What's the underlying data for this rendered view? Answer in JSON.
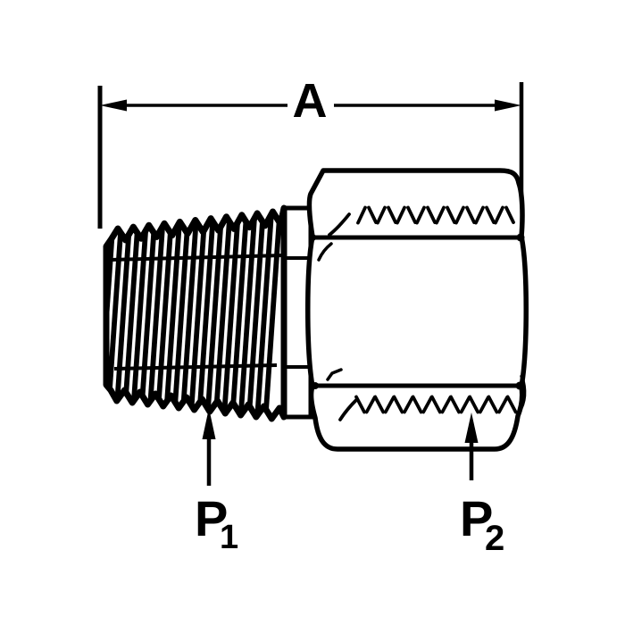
{
  "figure": {
    "type": "technical-line-drawing",
    "description": "Hydraulic pipe adapter fitting: external tapered male pipe thread on left joined to hex-body female port on right, with overall length dimension A",
    "ink_color": "#000000",
    "background_color": "#ffffff",
    "dimension": {
      "label": "A"
    },
    "callouts": {
      "port1": {
        "letter": "P",
        "subscript": "1",
        "points_to": "male-thread-end"
      },
      "port2": {
        "letter": "P",
        "subscript": "2",
        "points_to": "female-hex-end"
      }
    }
  }
}
